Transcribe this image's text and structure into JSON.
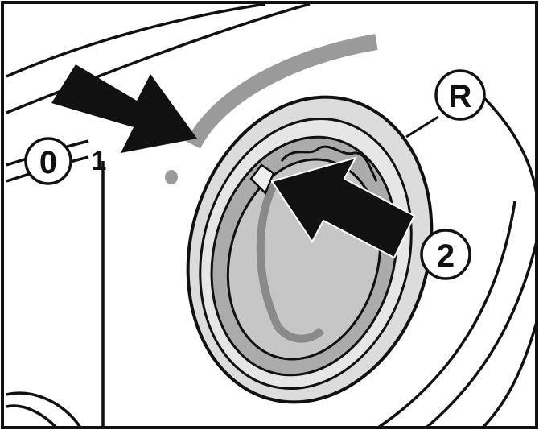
{
  "callouts": {
    "zero": "0",
    "one": "1",
    "R": "R",
    "two": "2"
  },
  "colors": {
    "outline": "#111111",
    "arc": "#9a9a9a",
    "knob_ring": "#d8d8d8",
    "knob_face": "#a9a9a9",
    "knob_inner": "#c4c4c4",
    "arrow": "#111111",
    "background": "#ffffff"
  }
}
